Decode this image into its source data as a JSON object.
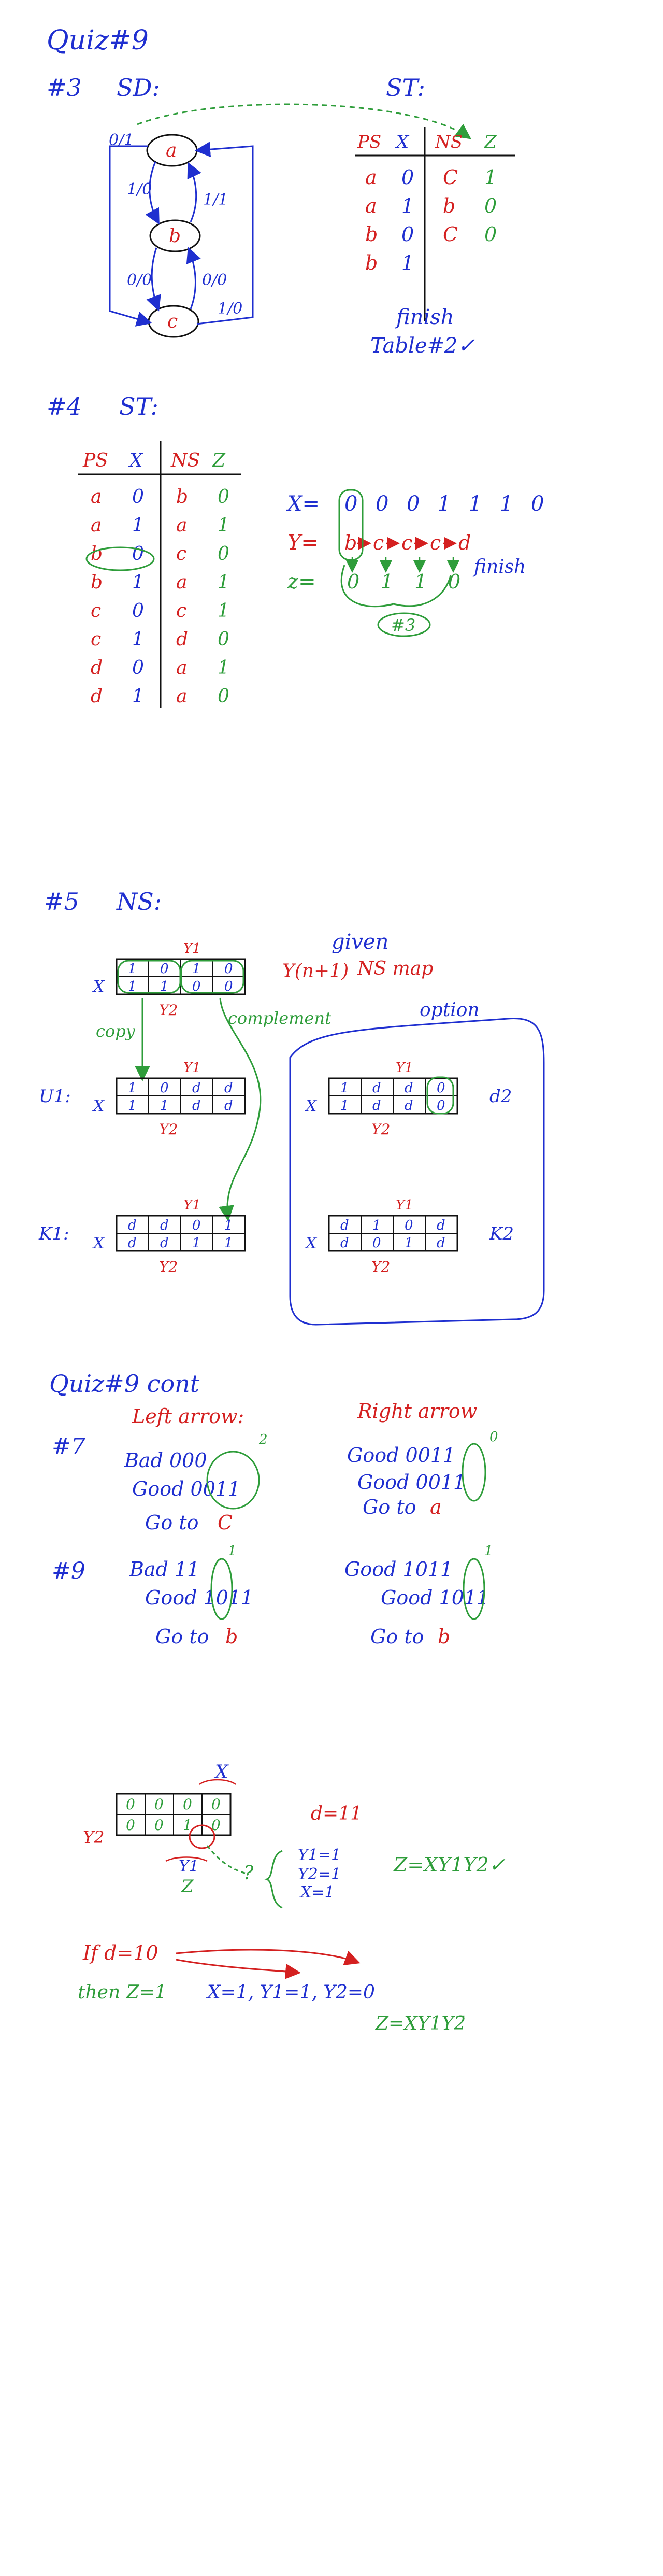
{
  "colors": {
    "blue": "#1f2fd0",
    "red": "#d42020",
    "green": "#2e9d3a",
    "black": "#111111"
  },
  "header": {
    "title": "Quiz#9"
  },
  "q3": {
    "label": "#3",
    "sd_label": "SD:",
    "st_label": "ST:",
    "states": [
      "a",
      "b",
      "c"
    ],
    "edges": [
      "0/1",
      "1/0",
      "1/1",
      "0/0",
      "0/0",
      "1/0"
    ],
    "table": {
      "headers": [
        "PS",
        "X",
        "NS",
        "Z"
      ],
      "rows": [
        [
          "a",
          "0",
          "C",
          "1"
        ],
        [
          "a",
          "1",
          "b",
          "0"
        ],
        [
          "b",
          "0",
          "C",
          "0"
        ],
        [
          "b",
          "1",
          "",
          ""
        ]
      ]
    },
    "note1": "finish",
    "note2": "Table#2✓"
  },
  "q4": {
    "label": "#4",
    "st_label": "ST:",
    "table": {
      "headers": [
        "PS",
        "X",
        "NS",
        "Z"
      ],
      "rows": [
        [
          "a",
          "0",
          "b",
          "0"
        ],
        [
          "a",
          "1",
          "a",
          "1"
        ],
        [
          "b",
          "0",
          "c",
          "0"
        ],
        [
          "b",
          "1",
          "a",
          "1"
        ],
        [
          "c",
          "0",
          "c",
          "1"
        ],
        [
          "c",
          "1",
          "d",
          "0"
        ],
        [
          "d",
          "0",
          "a",
          "1"
        ],
        [
          "d",
          "1",
          "a",
          "0"
        ]
      ]
    },
    "x_label": "X=",
    "x_values": [
      "0",
      "0",
      "0",
      "1",
      "1",
      "1",
      "0"
    ],
    "y_label": "Y=",
    "y_values": [
      "b",
      "c",
      "c",
      "c",
      "d"
    ],
    "z_label": "z=",
    "z_values": [
      "0",
      "1",
      "1",
      "0"
    ],
    "finish": "finish",
    "ref": "#3"
  },
  "q5": {
    "label": "#5",
    "ns_label": "NS:",
    "given": "given",
    "yn1": "Y(n+1)",
    "nsmap": "NS map",
    "copy": "copy",
    "complement": "complement",
    "option": "option",
    "map_y1": "Y1",
    "map_y2": "Y2",
    "map_x": "X",
    "maps": [
      {
        "name": "",
        "rows": [
          [
            "1",
            "0",
            "1",
            "0"
          ],
          [
            "1",
            "1",
            "0",
            "0"
          ]
        ]
      },
      {
        "name": "U1:",
        "rows": [
          [
            "1",
            "0",
            "d",
            "d"
          ],
          [
            "1",
            "1",
            "d",
            "d"
          ]
        ]
      },
      {
        "name": "d2",
        "rows": [
          [
            "1",
            "d",
            "d",
            "0"
          ],
          [
            "1",
            "d",
            "d",
            "0"
          ]
        ]
      },
      {
        "name": "K1:",
        "rows": [
          [
            "d",
            "d",
            "0",
            "1"
          ],
          [
            "d",
            "d",
            "1",
            "1"
          ]
        ]
      },
      {
        "name": "K2",
        "rows": [
          [
            "d",
            "1",
            "0",
            "d"
          ],
          [
            "d",
            "0",
            "1",
            "d"
          ]
        ]
      }
    ]
  },
  "q9cont": {
    "title": "Quiz#9 cont",
    "left_arrow": "Left arrow:",
    "right_arrow": "Right arrow",
    "q7": {
      "label": "#7",
      "left": {
        "bad": "Bad 000",
        "good": "Good 0011",
        "goto": "Go to",
        "state": "C",
        "sup": "2"
      },
      "right": {
        "good1": "Good 0011",
        "good2": "Good 0011",
        "goto": "Go to",
        "state": "a",
        "sup": "0"
      }
    },
    "q9": {
      "label": "#9",
      "left": {
        "bad": "Bad 11",
        "good": "Good 1011",
        "goto": "Go to",
        "state": "b",
        "sup": "1"
      },
      "right": {
        "good1": "Good 1011",
        "good2": "Good 1011",
        "goto": "Go to",
        "state": "b",
        "sup": "1"
      }
    }
  },
  "final": {
    "x": "X",
    "y2": "Y2",
    "y1": "Y1",
    "z": "Z",
    "map": [
      [
        "0",
        "0",
        "0",
        "0"
      ],
      [
        "0",
        "0",
        "1",
        "0"
      ]
    ],
    "d_eq": "d=11",
    "y1_eq": "Y1=1",
    "y2_eq": "Y2=1",
    "x_eq": "X=1",
    "z_eq": "Z=XY1Y2✓",
    "q": "?",
    "if_line": "If d=10",
    "then_line": "then Z=1",
    "cond": "X=1, Y1=1, Y2=0",
    "z2": "Z=XY1Y2̄"
  }
}
